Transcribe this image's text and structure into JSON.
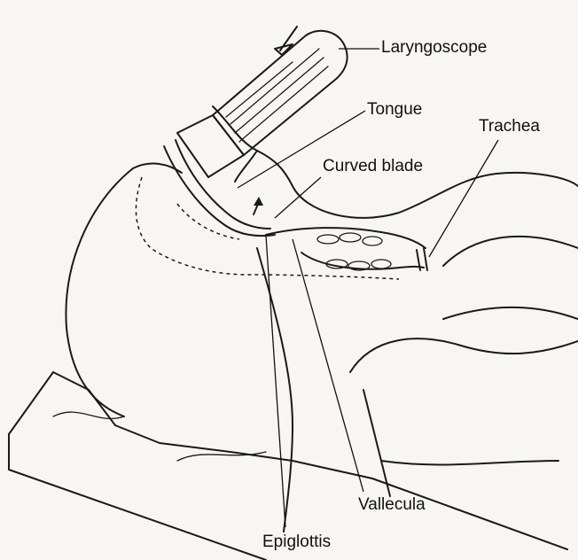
{
  "labels": {
    "laryngoscope": "Laryngoscope",
    "tongue": "Tongue",
    "trachea": "Trachea",
    "curved_blade": "Curved blade",
    "vallecula": "Vallecula",
    "epiglottis": "Epiglottis"
  }
}
